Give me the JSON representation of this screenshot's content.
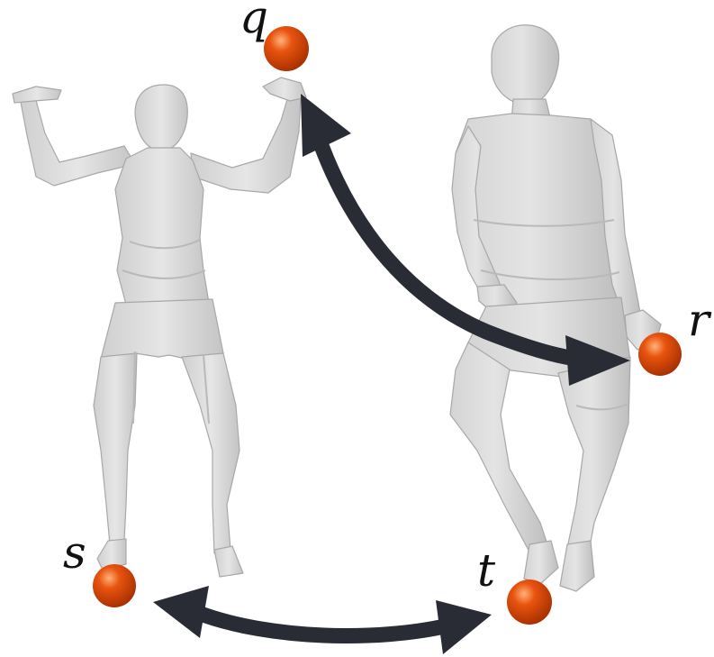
{
  "figure": {
    "point_labels": {
      "q": "q",
      "r": "r",
      "s": "s",
      "t": "t"
    },
    "colors": {
      "background": "#ffffff",
      "mesh_fill": "#dedede",
      "mesh_shade": "#b9b9b9",
      "mesh_outline": "#a8a8a8",
      "marker_fill": "#e8540f",
      "marker_dark": "#a83000",
      "marker_highlight": "#ffb27a",
      "arrow": "#2a2c35",
      "label_text": "#111111"
    },
    "figures": [
      "left-human-mesh",
      "right-human-mesh"
    ],
    "arrows": [
      {
        "from": "q",
        "to": "r",
        "style": "double-headed curved"
      },
      {
        "from": "s",
        "to": "t",
        "style": "double-headed curved"
      }
    ]
  }
}
